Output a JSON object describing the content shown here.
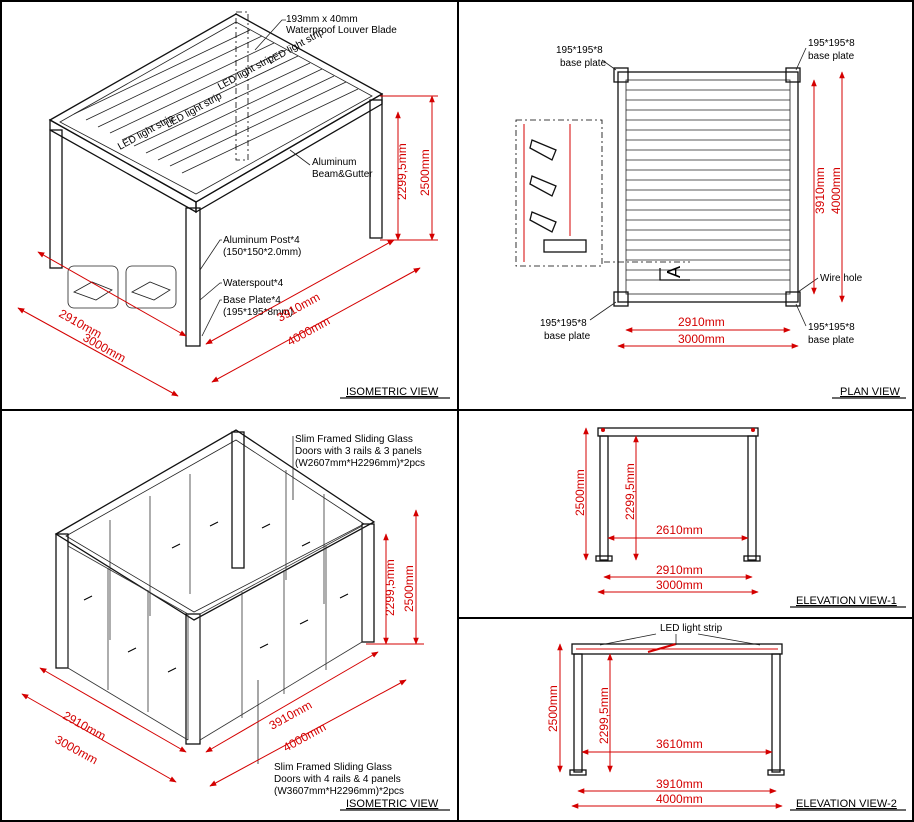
{
  "colors": {
    "dimension": "#d40000",
    "line": "#111111",
    "background": "#ffffff"
  },
  "iso1": {
    "view_label": "ISOMETRIC VIEW",
    "louver": "193mm x 40mm",
    "louver2": "Waterproof Louver Blade",
    "beam": "Aluminum",
    "beam2": "Beam&Gutter",
    "post": "Aluminum Post*4",
    "post2": "(150*150*2.0mm)",
    "spout": "Waterspout*4",
    "plate": "Base Plate*4",
    "plate2": "(195*195*8mm)",
    "led": "LED light strip",
    "dims": {
      "d2299": "2299,5mm",
      "d2500": "2500mm",
      "d2910": "2910mm",
      "d3000": "3000mm",
      "d3910": "3910mm",
      "d4000": "4000mm"
    }
  },
  "plan": {
    "view_label": "PLAN VIEW",
    "bp": "195*195*8",
    "bp2": "base plate",
    "wire": "Wire hole",
    "section": "A",
    "dims": {
      "d2910": "2910mm",
      "d3000": "3000mm",
      "d3910": "3910mm",
      "d4000": "4000mm"
    }
  },
  "iso2": {
    "view_label": "ISOMETRIC VIEW",
    "door3_l1": "Slim Framed Sliding Glass",
    "door3_l2": "Doors with 3 rails & 3 panels",
    "door3_l3": "(W2607mm*H2296mm)*2pcs",
    "door4_l1": "Slim Framed Sliding Glass",
    "door4_l2": "Doors with 4 rails & 4 panels",
    "door4_l3": "(W3607mm*H2296mm)*2pcs",
    "dims": {
      "d2299": "2299,5mm",
      "d2500": "2500mm",
      "d2910": "2910mm",
      "d3000": "3000mm",
      "d3910": "3910mm",
      "d4000": "4000mm"
    }
  },
  "elev1": {
    "view_label": "ELEVATION VIEW-1",
    "dims": {
      "d2500": "2500mm",
      "d2299": "2299,5mm",
      "d2610": "2610mm",
      "d2910": "2910mm",
      "d3000": "3000mm"
    }
  },
  "elev2": {
    "view_label": "ELEVATION VIEW-2",
    "led": "LED light strip",
    "dims": {
      "d2500": "2500mm",
      "d2299": "2299,5mm",
      "d3610": "3610mm",
      "d3910": "3910mm",
      "d4000": "4000mm"
    }
  }
}
